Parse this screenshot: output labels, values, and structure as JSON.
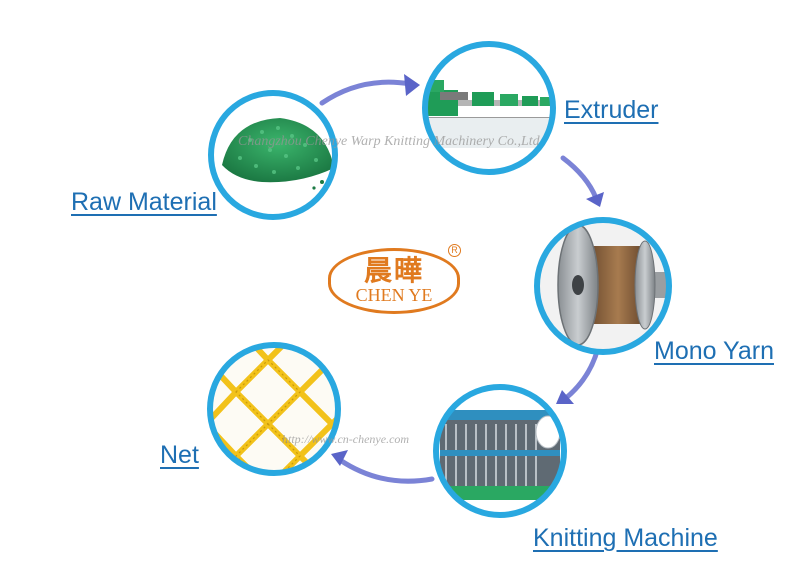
{
  "nodes": [
    {
      "id": "raw-material",
      "label": "Raw Material"
    },
    {
      "id": "extruder",
      "label": "Extruder"
    },
    {
      "id": "mono-yarn",
      "label": "Mono Yarn"
    },
    {
      "id": "knitting-machine",
      "label": "Knitting Machine"
    },
    {
      "id": "net",
      "label": "Net"
    }
  ],
  "logo": {
    "chinese": "晨曄",
    "english": "CHEN YE",
    "mark": "R"
  },
  "watermarks": {
    "company": "Changzhou Chenye Warp Knitting Machinery Co.,Ltd",
    "url": "http://www.cn-chenye.com"
  },
  "colors": {
    "ring": "#29a8e0",
    "arrow": "#5a64c8",
    "label": "#1e6fb3",
    "logo": "#e07a1f",
    "pellet": "#2e9e5e",
    "net_rope": "#f2c21a"
  }
}
